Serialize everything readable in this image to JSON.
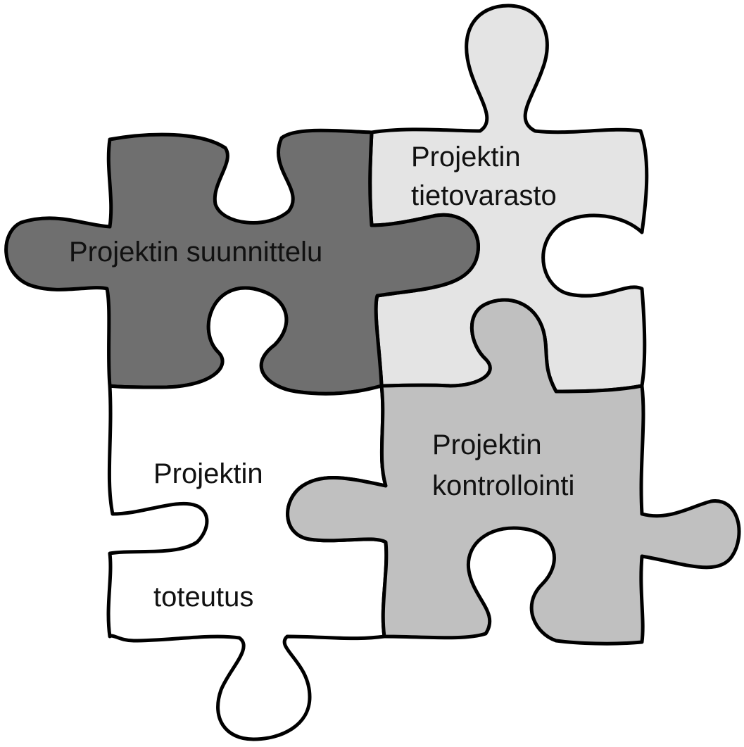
{
  "pieces": {
    "planning": {
      "label": "Projektin suunnittelu",
      "color": "#6f6f6f"
    },
    "repository": {
      "label_line1": "Projektin",
      "label_line2": "tietovarasto",
      "color": "#e4e4e4"
    },
    "implementation": {
      "label_line1": "Projektin",
      "label_line2": "toteutus",
      "color": "#ffffff"
    },
    "control": {
      "label_line1": "Projektin",
      "label_line2": "kontrollointi",
      "color": "#c0c0c0"
    }
  }
}
